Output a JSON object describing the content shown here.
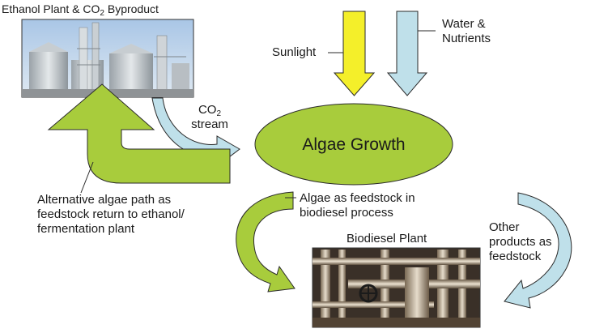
{
  "ethanol_plant": {
    "title_prefix": "Ethanol Plant & CO",
    "title_sub": "2",
    "title_suffix": " Byproduct"
  },
  "sunlight_label": "Sunlight",
  "water_label_line1": "Water &",
  "water_label_line2": "Nutrients",
  "co2_stream": {
    "prefix": "CO",
    "sub": "2",
    "line2": "stream"
  },
  "algae_growth_label": "Algae Growth",
  "alternative_path": {
    "line1": "Alternative algae path as",
    "line2": "feedstock return to ethanol/",
    "line3": "fermentation plant"
  },
  "feedstock_biodiesel": {
    "line1": "Algae as feedstock in",
    "line2": "biodiesel process"
  },
  "other_products": {
    "line1": "Other",
    "line2": "products as",
    "line3": "feedstock"
  },
  "biodiesel_plant_title": "Biodiesel Plant",
  "colors": {
    "algae_green": "#a8cc3c",
    "sunlight_yellow": "#f4ef2a",
    "water_blue": "#bfe0ea",
    "outline": "#2a2a2a"
  }
}
